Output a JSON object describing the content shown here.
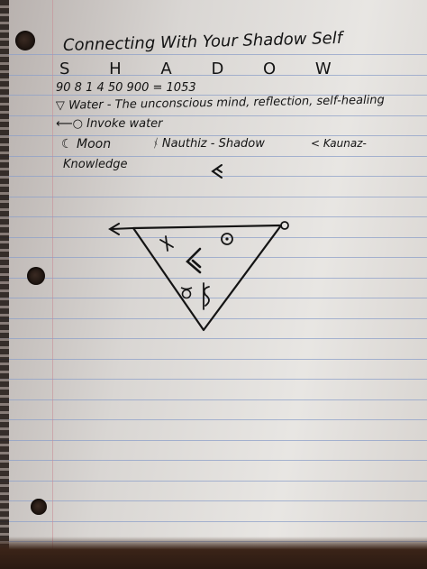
{
  "notes": {
    "title": "Connecting With Your Shadow Self",
    "letters": "S H A D O W",
    "numbers": "90   8   1    4  50   900  =  1053",
    "water_line": "▽ Water - The unconscious mind, reflection, self-healing",
    "invoke_line": "⟵○ Invoke water",
    "moon": "☾ Moon",
    "nauthiz": "ᚾ Nauthiz - Shadow",
    "kenaz": "< Kaunaz-",
    "knowledge": "Knowledge"
  },
  "sigils": {
    "kenaz_rune": "<",
    "nauthiz_rune": "ᚾ",
    "sun_symbol": "☉",
    "bottom_symbols": "♉§"
  },
  "icons": [
    "ink-arrow-icon",
    "water-triangle-icon",
    "hole-punch-icon"
  ],
  "colors": {
    "paper": "#e3e0dd",
    "rule_lines": "#8ea0c8",
    "ink": "#141414",
    "background": "#2a1c14"
  }
}
